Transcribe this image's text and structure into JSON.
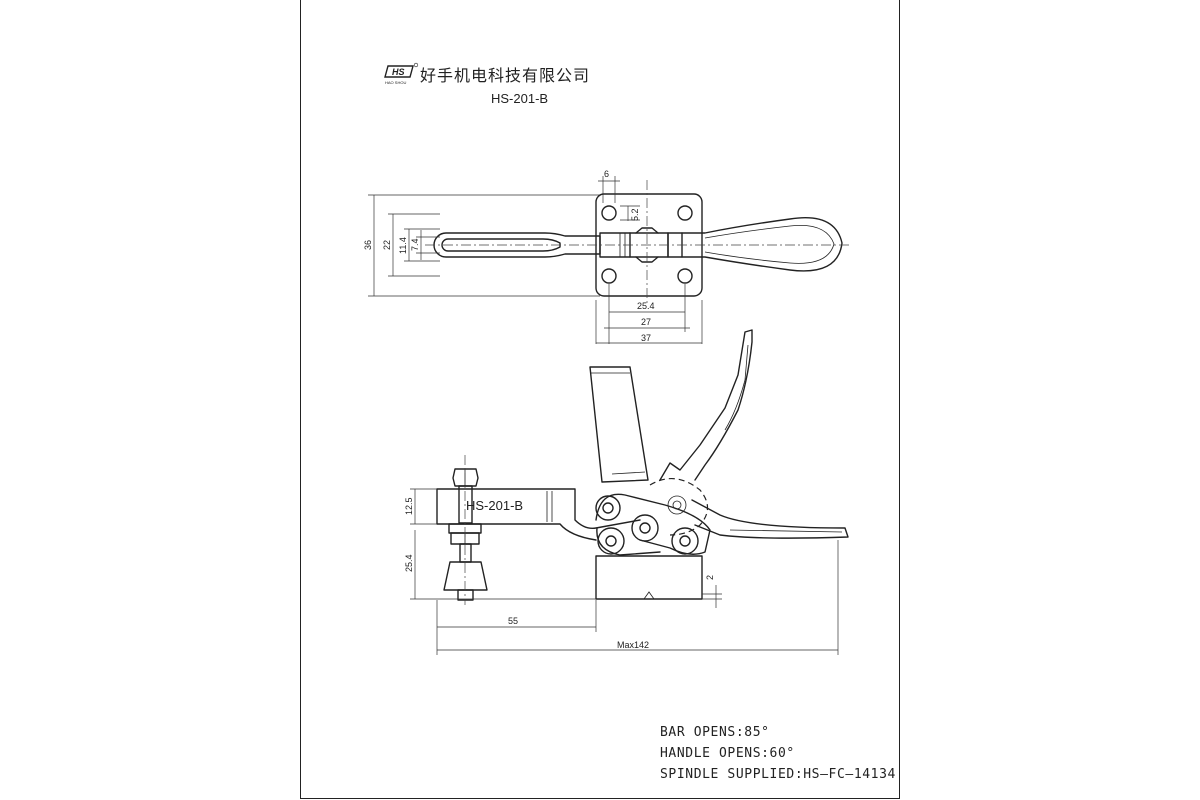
{
  "header": {
    "logo_text": "HS",
    "logo_subtext": "HAO SHOU",
    "company_name": "好手机电科技有限公司",
    "model": "HS-201-B"
  },
  "drawing": {
    "side_label": "HS-201-B",
    "top_view_dims": {
      "d6": "6",
      "d5_2": "5.2",
      "d36": "36",
      "d22": "22",
      "d11_4": "11.4",
      "d7_4": "7.4",
      "d25_4": "25.4",
      "d27": "27",
      "d37": "37"
    },
    "side_view_dims": {
      "d12_5": "12.5",
      "d25_4": "25.4",
      "d2": "2",
      "d55": "55",
      "max142": "Max142"
    }
  },
  "notes": {
    "bar_opens": "BAR  OPENS:85°",
    "handle_opens": "HANDLE  OPENS:60°",
    "spindle": "SPINDLE  SUPPLIED:HS–FC–14134"
  }
}
